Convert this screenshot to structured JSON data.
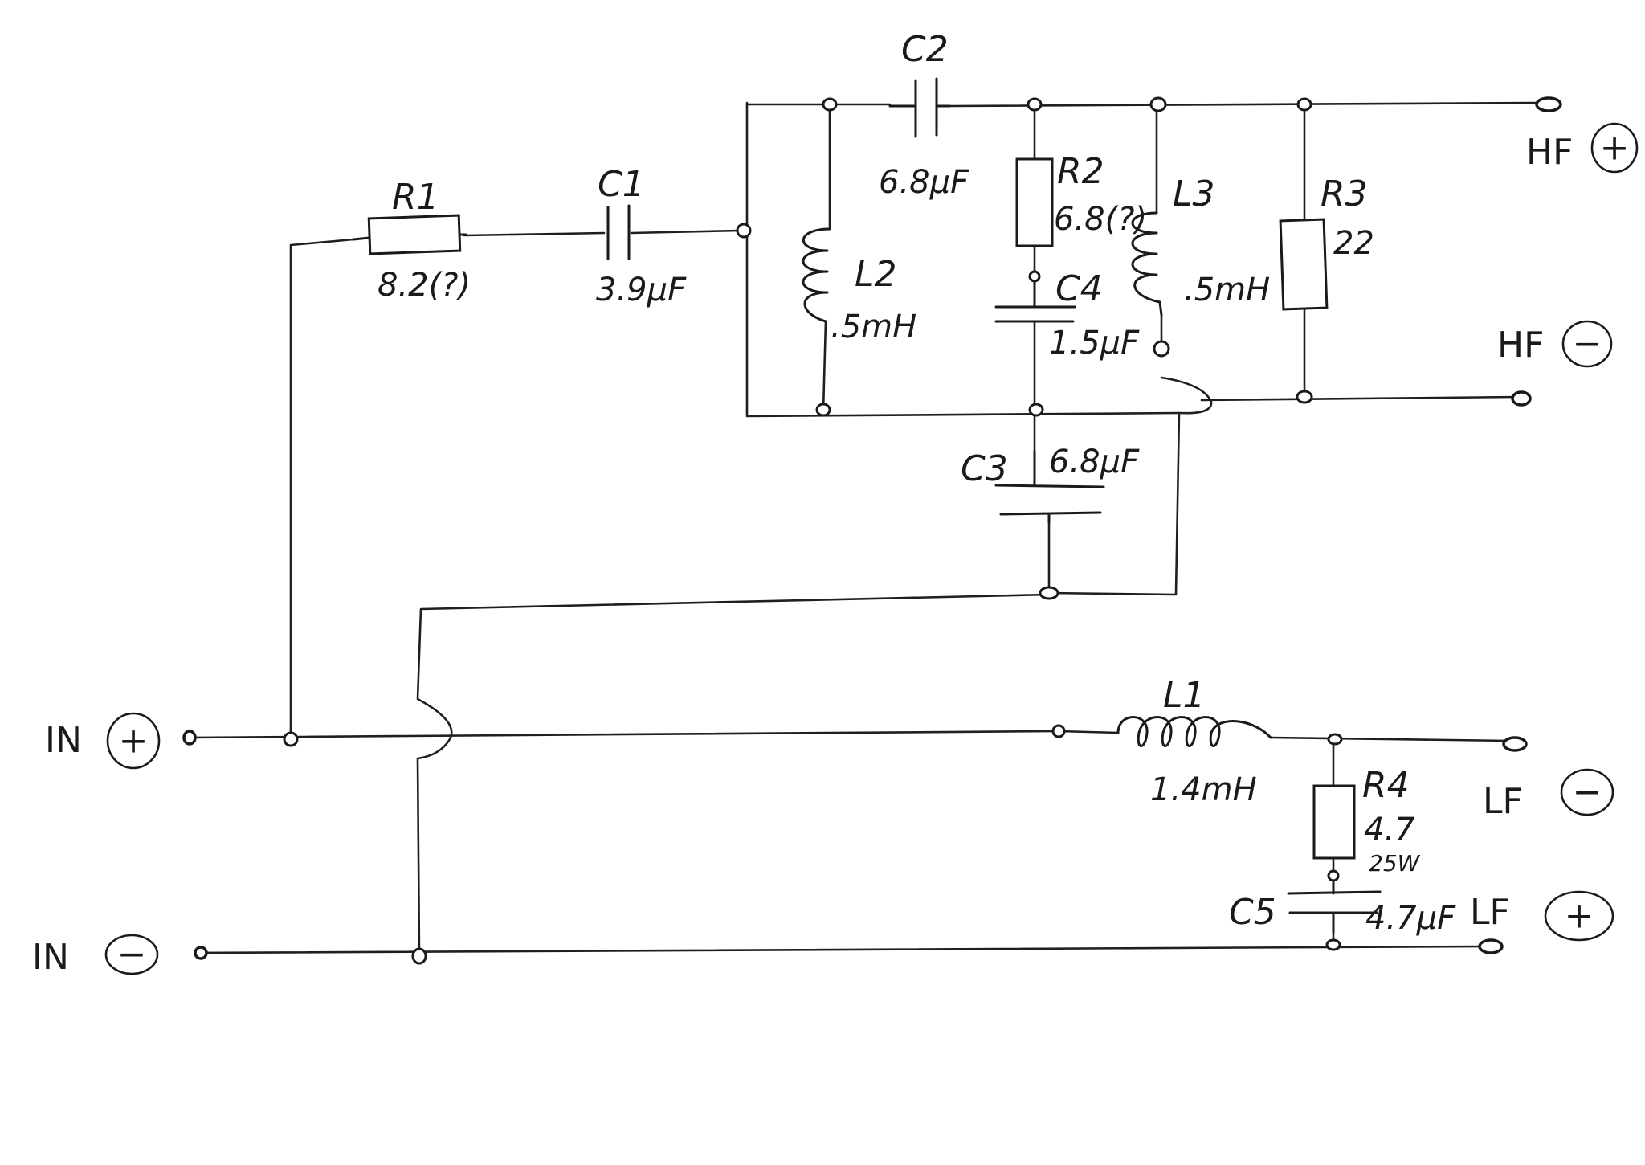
{
  "components": {
    "r1": {
      "label": "R1",
      "value": "8.2(?)"
    },
    "c1": {
      "label": "C1",
      "value": "3.9µF"
    },
    "c2": {
      "label": "C2",
      "value": "6.8µF"
    },
    "l2": {
      "label": "L2",
      "value": ".5mH"
    },
    "r2": {
      "label": "R2",
      "value": "6.8(?)"
    },
    "c4": {
      "label": "C4",
      "value": "1.5µF"
    },
    "l3": {
      "label": "L3",
      "value": ".5mH"
    },
    "r3": {
      "label": "R3",
      "value": "22"
    },
    "c3": {
      "label": "C3",
      "value": "6.8µF"
    },
    "l1": {
      "label": "L1",
      "value": "1.4mH"
    },
    "r4": {
      "label": "R4",
      "value": "4.7",
      "rating": "25W"
    },
    "c5": {
      "label": "C5",
      "value": "4.7µF"
    }
  },
  "terminals": {
    "in_plus": {
      "label": "IN",
      "sign": "+"
    },
    "in_minus": {
      "label": "IN",
      "sign": "−"
    },
    "hf_plus": {
      "label": "HF",
      "sign": "+"
    },
    "hf_minus": {
      "label": "HF",
      "sign": "−"
    },
    "lf_minus": {
      "label": "LF",
      "sign": "−"
    },
    "lf_plus": {
      "label": "LF",
      "sign": "+"
    }
  }
}
